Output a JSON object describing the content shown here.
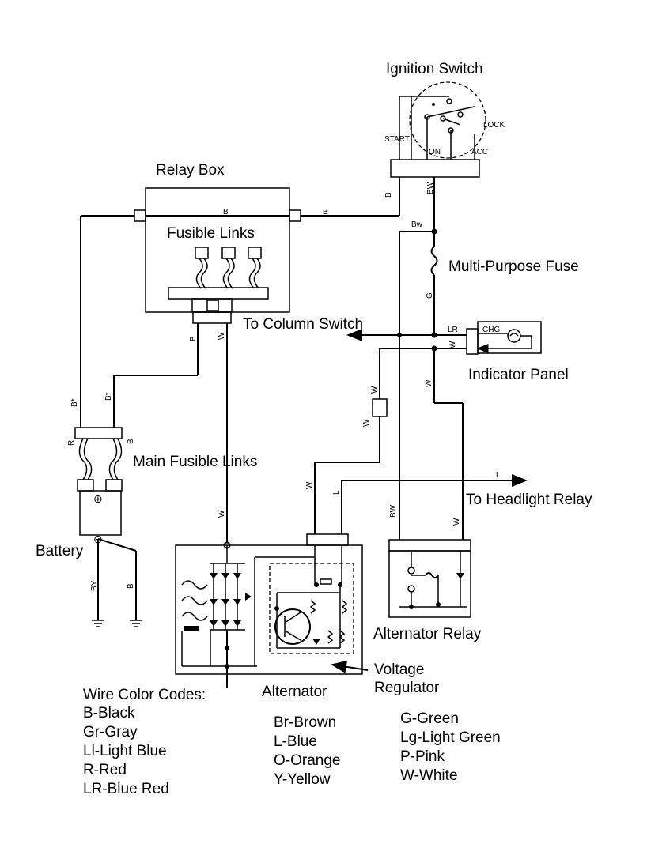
{
  "labels": {
    "ignition_switch": "Ignition Switch",
    "lock": "LOCK",
    "start": "START",
    "on": "ON",
    "acc": "ACC",
    "relay_box": "Relay Box",
    "fusible_links": "Fusible Links",
    "multi_purpose_fuse": "Multi-Purpose Fuse",
    "to_column_switch": "To Column Switch",
    "chg": "CHG",
    "indicator_panel": "Indicator Panel",
    "main_fusible_links": "Main Fusible Links",
    "to_headlight_relay": "To Headlight Relay",
    "battery": "Battery",
    "alternator_relay": "Alternator Relay",
    "voltage": "Voltage",
    "regulator": "Regulator",
    "alternator": "Alternator",
    "plus_sign": "⊕",
    "minus_sign": "⊖"
  },
  "wire_codes": {
    "relay_b": "B",
    "switch_b": "B",
    "ign_b": "B",
    "ign_bw": "BW",
    "bw_node": "Bw",
    "g": "G",
    "lr": "LR",
    "w_ind": "W",
    "relay_out_b": "B",
    "relay_out_w": "W",
    "b_star_left": "B*",
    "b_star_right": "B*",
    "w_mid1": "W",
    "w_mid2": "W",
    "w_ind2": "W",
    "r_link": "R",
    "b_link": "B",
    "w_alt": "W",
    "w_reg": "W",
    "l_reg": "L",
    "l_head": "L",
    "bw_relay": "BW",
    "w_relay": "W",
    "by": "BY",
    "b_ground": "B"
  },
  "legend": {
    "title": "Wire Color Codes:",
    "col1": [
      "B-Black",
      "Gr-Gray",
      "Ll-Light Blue",
      "R-Red",
      "LR-Blue Red"
    ],
    "col2": [
      "Br-Brown",
      "L-Blue",
      "O-Orange",
      "Y-Yellow"
    ],
    "col3": [
      "G-Green",
      "Lg-Light Green",
      "P-Pink",
      "W-White"
    ]
  }
}
